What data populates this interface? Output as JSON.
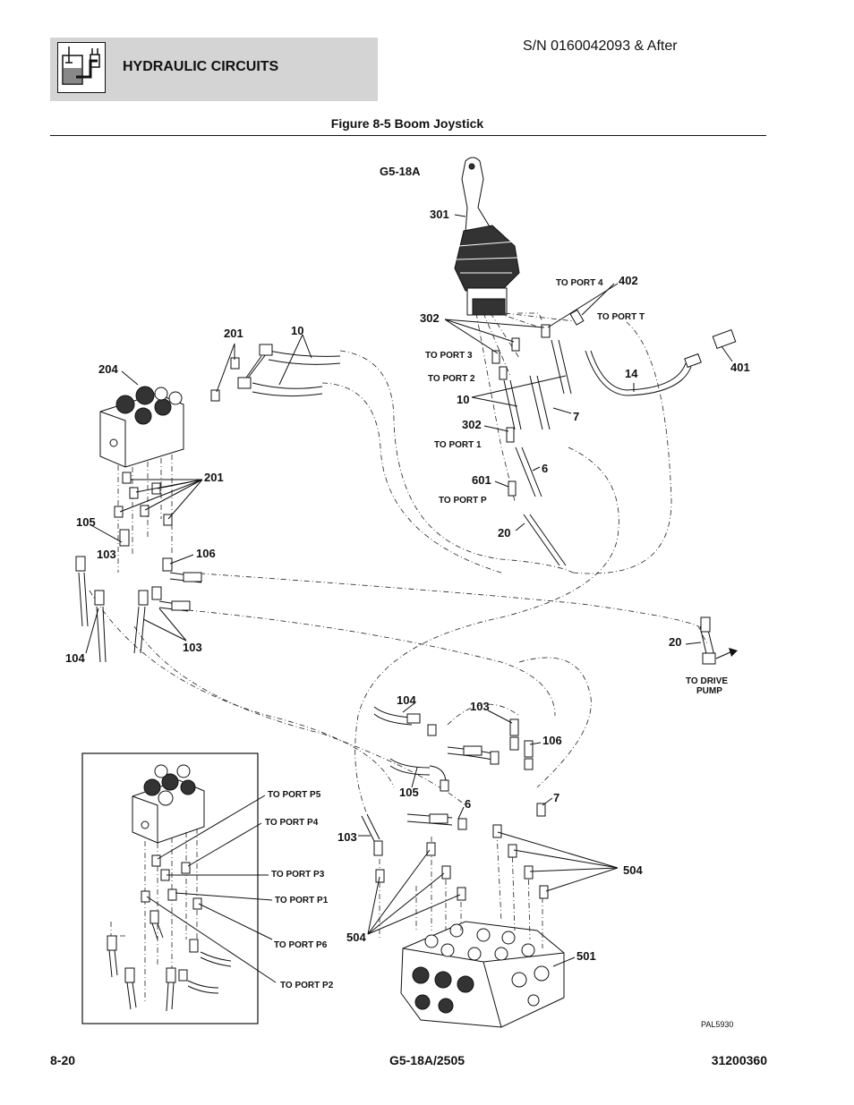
{
  "header": {
    "section_title": "HYDRAULIC CIRCUITS",
    "icon": "hydraulic-circuit-icon",
    "serial": "S/N 0160042093 & After"
  },
  "figure": {
    "title": "Figure 8-5 Boom Joystick",
    "model_label": "G5-18A",
    "drawing_code": "PAL5930"
  },
  "callouts": {
    "c301": "301",
    "c302a": "302",
    "c302b": "302",
    "c402": "402",
    "c401": "401",
    "c14": "14",
    "c10a": "10",
    "c10b": "10",
    "c7a": "7",
    "c7b": "7",
    "c6a": "6",
    "c6b": "6",
    "c601": "601",
    "c20a": "20",
    "c20b": "20",
    "c201a": "201",
    "c201b": "201",
    "c204": "204",
    "c105a": "105",
    "c105b": "105",
    "c103a": "103",
    "c103b": "103",
    "c103c": "103",
    "c103d": "103",
    "c106a": "106",
    "c106b": "106",
    "c104a": "104",
    "c104b": "104",
    "c504a": "504",
    "c504b": "504",
    "c501": "501"
  },
  "ports": {
    "p4": "TO PORT 4",
    "pt": "TO PORT T",
    "p3": "TO PORT 3",
    "p2": "TO PORT 2",
    "p1": "TO PORT 1",
    "pp": "TO PORT P",
    "drive1": "TO DRIVE",
    "drive2": "PUMP",
    "pp5": "TO PORT P5",
    "pp4": "TO PORT P4",
    "pp3": "TO PORT P3",
    "pp1": "TO PORT P1",
    "pp6": "TO PORT P6",
    "pp2": "TO PORT P2"
  },
  "footer": {
    "page": "8-20",
    "model": "G5-18A/2505",
    "doc_number": "31200360"
  }
}
